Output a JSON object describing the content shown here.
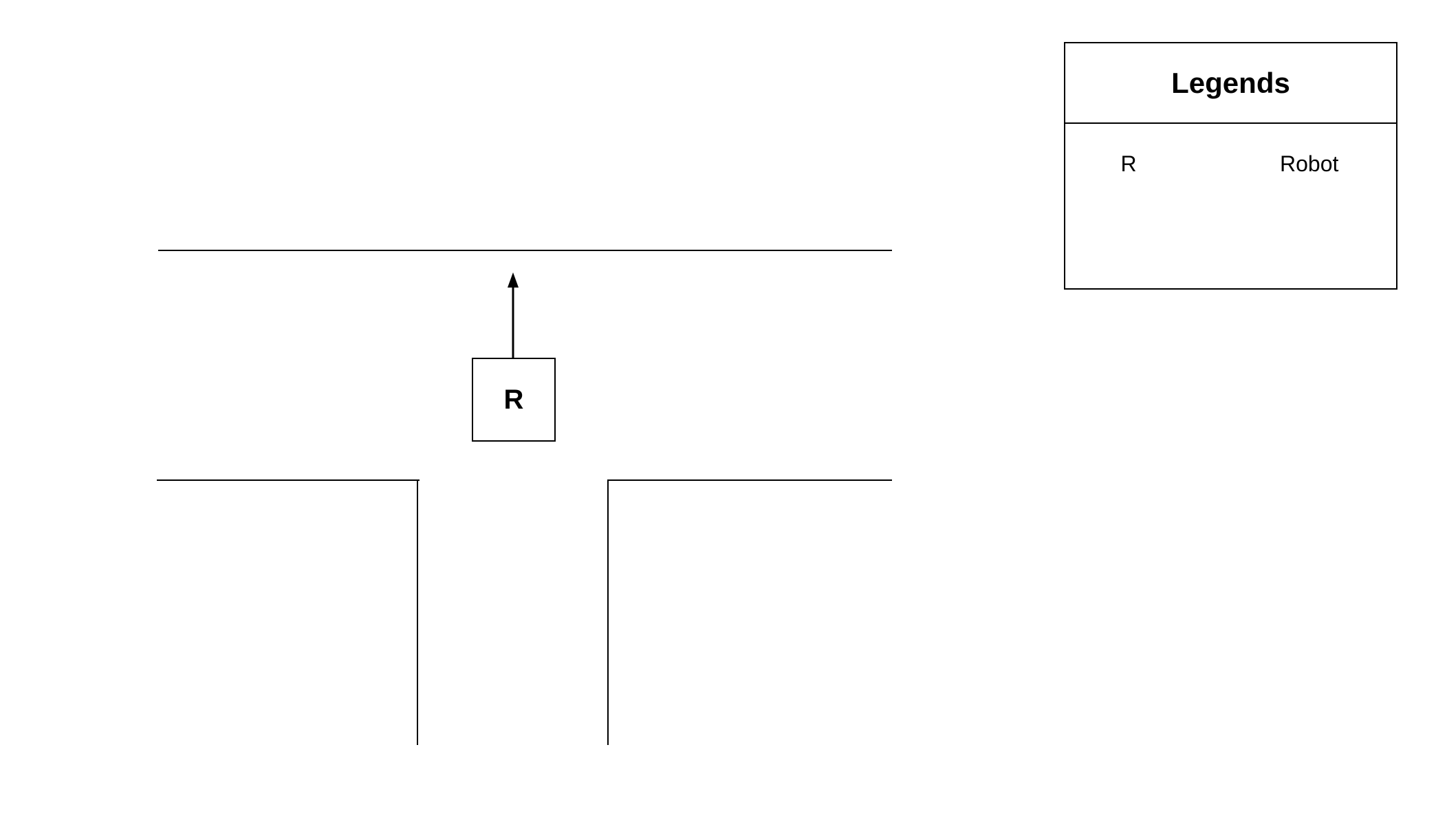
{
  "diagram": {
    "robot_marker": {
      "label": "R"
    },
    "legend": {
      "title": "Legends",
      "items": [
        {
          "symbol": "R",
          "label": "Robot"
        }
      ]
    }
  },
  "colors": {
    "line": "#000000",
    "background": "#ffffff",
    "text": "#000000"
  }
}
